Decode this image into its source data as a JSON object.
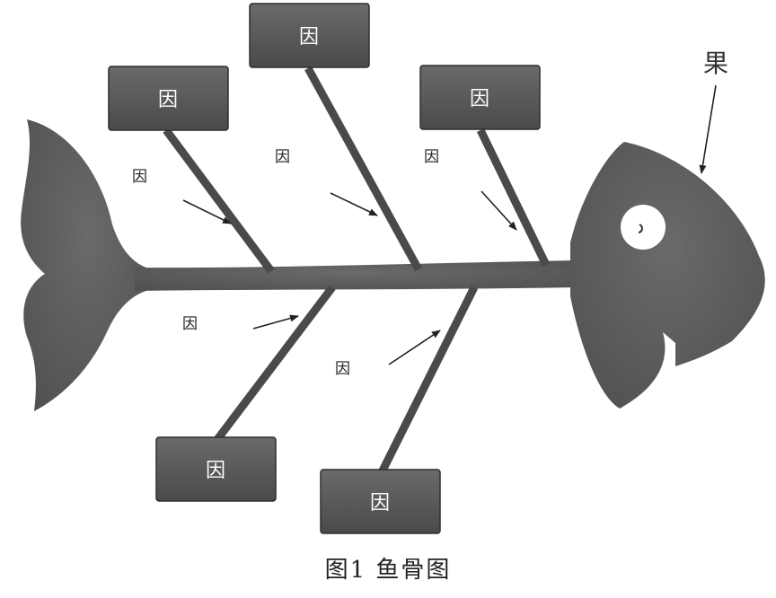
{
  "diagram": {
    "type": "fishbone",
    "effect_label": "果",
    "cause_box_label": "因",
    "sub_cause_label": "因",
    "caption": "图1  鱼骨图",
    "colors": {
      "fish": "#5b5b5b",
      "bone": "#4a4a4a",
      "box": "#555555",
      "box_text": "#ffffff",
      "text": "#222222"
    }
  }
}
